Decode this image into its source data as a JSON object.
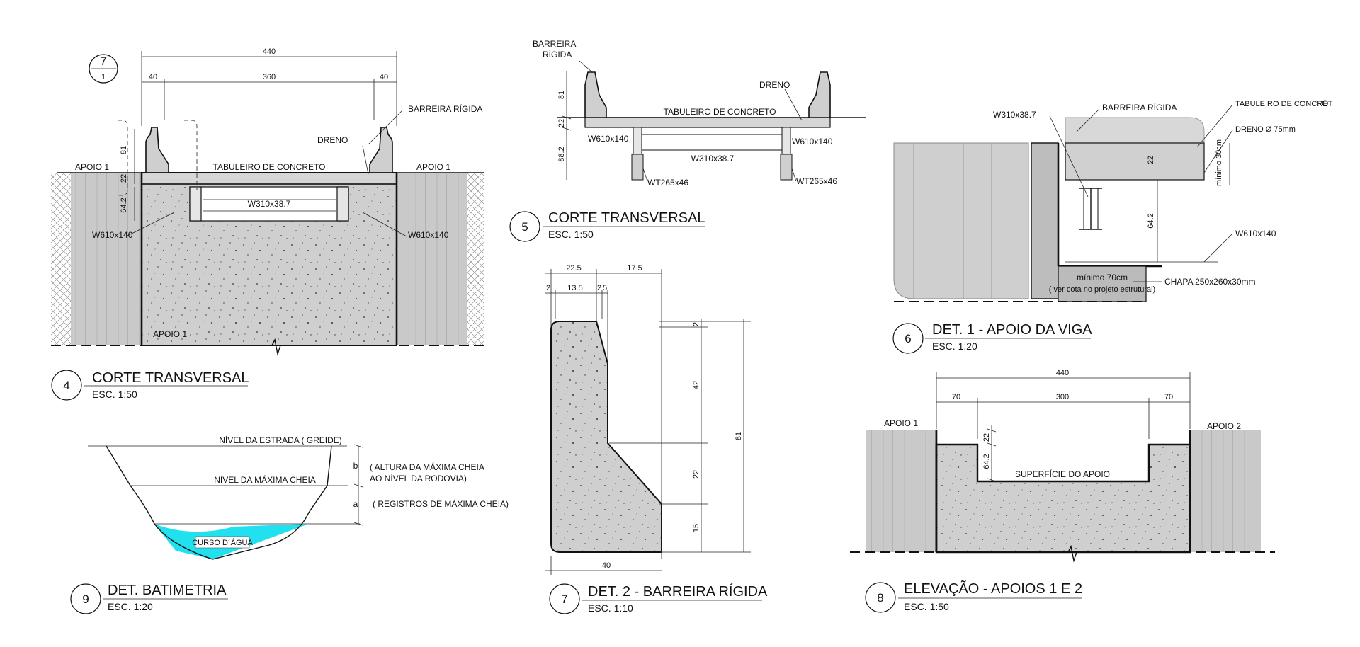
{
  "colors": {
    "concrete": "#cfcfcf",
    "soil": "#c9c9c9",
    "water": "#22e1ee"
  },
  "d4": {
    "number": "4",
    "title": "CORTE TRANSVERSAL",
    "scale": "ESC. 1:50",
    "callout_num": "7",
    "callout_sheet": "1",
    "dim_total": "440",
    "dim_left": "40",
    "dim_mid": "360",
    "dim_right": "40",
    "v81": "81",
    "v22": "22",
    "v642": "64.2",
    "apoio_left": "APOIO 1",
    "apoio_right": "APOIO 1",
    "apoio_bottom": "APOIO 1",
    "barreira": "BARREIRA RÍGIDA",
    "dreno": "DRENO",
    "tabuleiro": "TABULEIRO DE CONCRETO",
    "beam": "W310x38.7",
    "w610_left": "W610x140",
    "w610_right": "W610x140"
  },
  "d5": {
    "number": "5",
    "title": "CORTE TRANSVERSAL",
    "scale": "ESC. 1:50",
    "barreira_line1": "BARREIRA",
    "barreira_line2": "RÍGIDA",
    "v81": "81",
    "v22": "22",
    "v882": "88.2",
    "dreno": "DRENO",
    "tabuleiro": "TABULEIRO DE CONCRETO",
    "w610_left": "W610x140",
    "w610_right": "W610x140",
    "beam": "W310x38.7",
    "wt_left": "WT265x46",
    "wt_right": "WT265x46"
  },
  "d6": {
    "number": "6",
    "title": "DET. 1 - APOIO DA VIGA",
    "scale": "ESC. 1:20",
    "beam": "W310x38.7",
    "barreira": "BARREIRA RÍGIDA",
    "tabuleiro": "TABULEIRO DE CONCRET",
    "tabuleiro_o": "O",
    "dreno": "DRENO Ø 75mm",
    "minimo30": "mínimo 30cm",
    "v22": "22",
    "v642": "64.2",
    "w610": "W610x140",
    "minimo70": "mínimo 70cm",
    "ver_cota": "( ver cota no projeto estrutural)",
    "chapa": "CHAPA 250x260x30mm"
  },
  "d7": {
    "number": "7",
    "title": "DET. 2 - BARREIRA RÍGIDA",
    "scale": "ESC. 1:10",
    "top_a": "22.5",
    "top_b": "17.5",
    "sub_2a": "2",
    "sub_135": "13.5",
    "sub_2b": "2",
    "sub_5": "5",
    "v2": "2",
    "v42": "42",
    "v22": "22",
    "v15": "15",
    "v81": "81",
    "bottom": "40"
  },
  "d8": {
    "number": "8",
    "title": "ELEVAÇÃO - APOIOS 1 E 2",
    "scale": "ESC. 1:50",
    "dim_total": "440",
    "dim_left": "70",
    "dim_mid": "300",
    "dim_right": "70",
    "v22": "22",
    "v642": "64.2",
    "apoio1": "APOIO 1",
    "apoio2": "APOIO 2",
    "superficie": "SUPERFÍCIE DO APOIO"
  },
  "d9": {
    "number": "9",
    "title": "DET. BATIMETRIA",
    "scale": "ESC. 1:20",
    "nivel_estrada": "NÍVEL DA ESTRADA  ( GREIDE)",
    "nivel_cheia": "NÍVEL DA MÁXIMA CHEIA",
    "b": "b",
    "a": "a",
    "altura_l1": "( ALTURA DA MÁXIMA CHEIA",
    "altura_l2": "AO NÍVEL DA RODOVIA)",
    "registros": "( REGISTROS DE MÁXIMA CHEIA)",
    "curso": "CURSO D´ÁGUA"
  }
}
